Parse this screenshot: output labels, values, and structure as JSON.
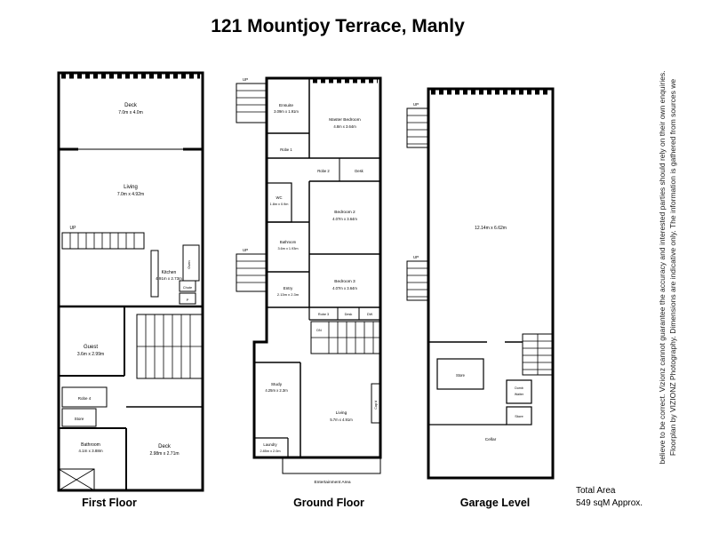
{
  "title": "121 Mountjoy Terrace, Manly",
  "first_floor": {
    "label": "First Floor",
    "deck_top": {
      "name": "Deck",
      "dims": "7.0m x 4.0m"
    },
    "living": {
      "name": "Living",
      "dims": "7.0m x 4.92m"
    },
    "up": "UP",
    "kitchen": {
      "name": "Kitchen",
      "dims": "4.91m x 2.73m"
    },
    "oven": "Oven",
    "chute": "Chute",
    "pantry": "P",
    "guest": {
      "name": "Guest",
      "dims": "3.6m x 2.99m"
    },
    "robe4": "Robe 4",
    "store": "Store",
    "bathroom": {
      "name": "Bathroom",
      "dims": "4.1m x 3.88m"
    },
    "deck_bottom": {
      "name": "Deck",
      "dims": "2.98m x 2.71m"
    }
  },
  "ground_floor": {
    "label": "Ground Floor",
    "up_top": "UP",
    "ensuite": {
      "name": "Ensuite",
      "dims": "3.09m x 1.91m"
    },
    "master_bedroom": {
      "name": "Master Bedroom",
      "dims": "4.8m x 3.64m"
    },
    "robe1": "Robe 1",
    "robe2": "Robe 2",
    "desk_top": "Desk",
    "wc": {
      "name": "WC",
      "dims": "1.8m x 0.9m"
    },
    "bedroom2": {
      "name": "Bedroom 2",
      "dims": "4.07m x 3.64m"
    },
    "bathroom": {
      "name": "Bathroom",
      "dims": "3.6m x 1.93m"
    },
    "up_mid": "UP",
    "bedroom3": {
      "name": "Bedroom 3",
      "dims": "4.07m x 3.64m"
    },
    "entry": {
      "name": "Entry",
      "dims": "2.13m x 2.3m"
    },
    "robe3": "Robe 3",
    "desk_bottom": "Desk",
    "dw": "DW",
    "dn": "DN",
    "study": {
      "name": "Study",
      "dims": "4.25m x 2.3m"
    },
    "living": {
      "name": "Living",
      "dims": "5.7m x 4.91m"
    },
    "cupboard": "Cup'd",
    "laundry": {
      "name": "Laundry",
      "dims": "2.85m x 2.0m"
    },
    "entertainment": "Entertainment Area"
  },
  "garage": {
    "label": "Garage Level",
    "up_top": "UP",
    "dims": "12.14m x 6.62m",
    "up_mid": "UP",
    "store1": "Store",
    "dumb_waiter_line1": "Dumb",
    "dumb_waiter_line2": "Waiter",
    "store2": "Store",
    "cellar": "Cellar"
  },
  "footer": {
    "total_area_label": "Total Area",
    "total_area_value": "549 sqM Approx."
  },
  "disclaimer": {
    "line1": "Floorplan by VIZIONZ Photography. Dimensions are indicative only. The information is gathered from sources we",
    "line2": "believe to be correct. Vizionz cannot guarantee the accuracy and interested parties should rely on their own enquiries."
  }
}
